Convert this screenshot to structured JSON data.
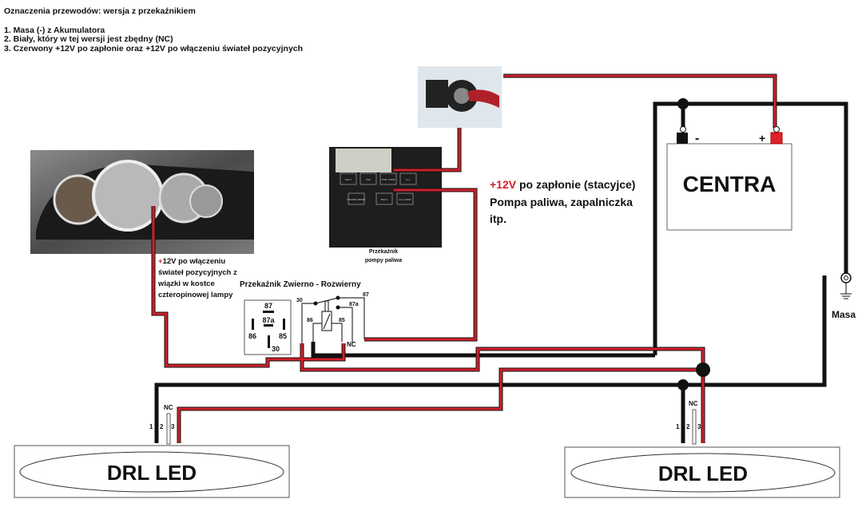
{
  "header": {
    "title": "Oznaczenia przewodów: wersja z przekaźnikiem",
    "legend": [
      "1. Masa (-) z Akumulatora",
      "2. Biały, który w tej wersji jest zbędny (NC)",
      "3. Czerwony +12V po zapłonie oraz +12V po włączeniu świateł pozycyjnych"
    ]
  },
  "headlamp_note": {
    "plus": "+",
    "lines": [
      "12V po włączeniu",
      "świateł pozycyjnych z",
      "wiązki w kostce",
      "czteropinowej lampy"
    ]
  },
  "fuse_caption": [
    "Przekaźnik",
    "pompy paliwa"
  ],
  "fuse_labels": [
    "FAN 1",
    "FAN",
    "FUEL PUMP",
    "R.L.",
    "HEATER DIESEL",
    "FAN 2",
    "A/C COMP"
  ],
  "ignition_note": {
    "plus12": "+12V",
    "line1_rest": " po zapłonie (stacyjce)",
    "line2": "Pompa paliwa, zapalniczka",
    "line3": "itp."
  },
  "relay": {
    "title": "Przekaźnik Zwierno - Rozwierny",
    "pinout": {
      "p87": "87",
      "p87a": "87a",
      "p86": "86",
      "p85": "85",
      "p30": "30"
    },
    "schematic": {
      "p30": "30",
      "p87": "87",
      "p87a": "87a",
      "p86": "86",
      "p85": "85",
      "nc": "NC"
    }
  },
  "battery": {
    "label": "CENTRA",
    "minus": "-",
    "plus": "+"
  },
  "ground": {
    "label": "Masa"
  },
  "drl_left": {
    "label": "DRL LED",
    "pins": [
      "1",
      "2",
      "3"
    ],
    "nc": "NC"
  },
  "drl_right": {
    "label": "DRL LED",
    "pins": [
      "1",
      "2",
      "3"
    ],
    "nc": "NC"
  },
  "colors": {
    "wire_red": "#d0202a",
    "wire_black": "#111111",
    "battery_plus": "#e0202a"
  }
}
